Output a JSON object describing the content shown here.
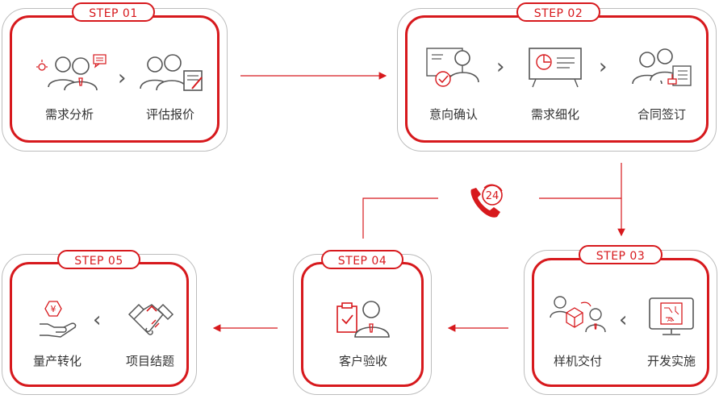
{
  "steps": {
    "s1": {
      "label": "STEP 01",
      "items": [
        "需求分析",
        "评估报价"
      ]
    },
    "s2": {
      "label": "STEP 02",
      "items": [
        "意向确认",
        "需求细化",
        "合同签订"
      ]
    },
    "s3": {
      "label": "STEP 03",
      "items": [
        "样机交付",
        "开发实施"
      ]
    },
    "s4": {
      "label": "STEP 04",
      "items": [
        "客户验收"
      ]
    },
    "s5": {
      "label": "STEP 05",
      "items": [
        "量产转化",
        "项目结题"
      ]
    }
  },
  "hotline_badge": "24",
  "icon_glyphs": {
    "yen": "¥",
    "ai": "AI"
  },
  "colors": {
    "accent": "#d7191d",
    "line": "#d7191d",
    "grey": "#555555",
    "border": "#bdbdbd"
  }
}
